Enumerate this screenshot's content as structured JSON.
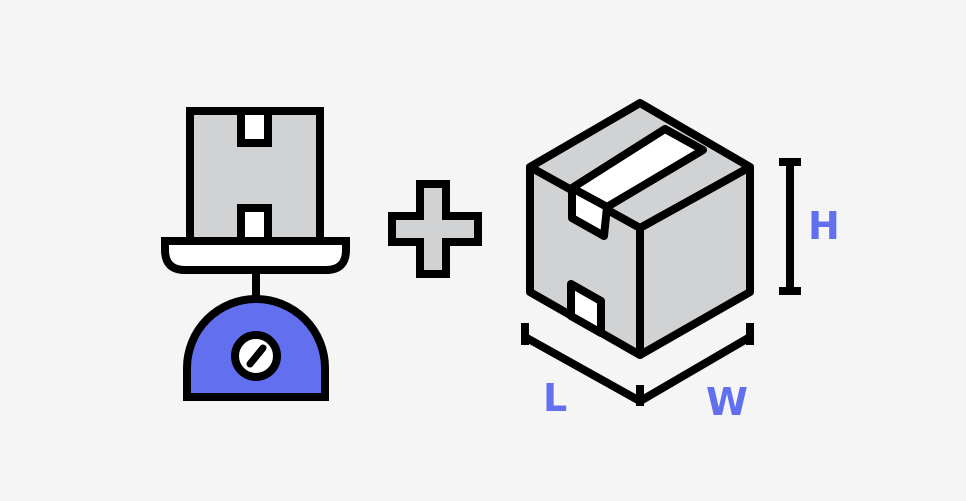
{
  "labels": {
    "height": "H",
    "length": "L",
    "width": "W"
  },
  "icons": {
    "scale": "weighing-scale-icon",
    "plus": "plus-icon",
    "box": "cardboard-box-icon"
  },
  "colors": {
    "background": "#f5f5f5",
    "stroke": "#000000",
    "box_fill": "#d1d2d4",
    "scale_body": "#6270f0",
    "tape": "#ffffff",
    "label": "#6270f0"
  }
}
